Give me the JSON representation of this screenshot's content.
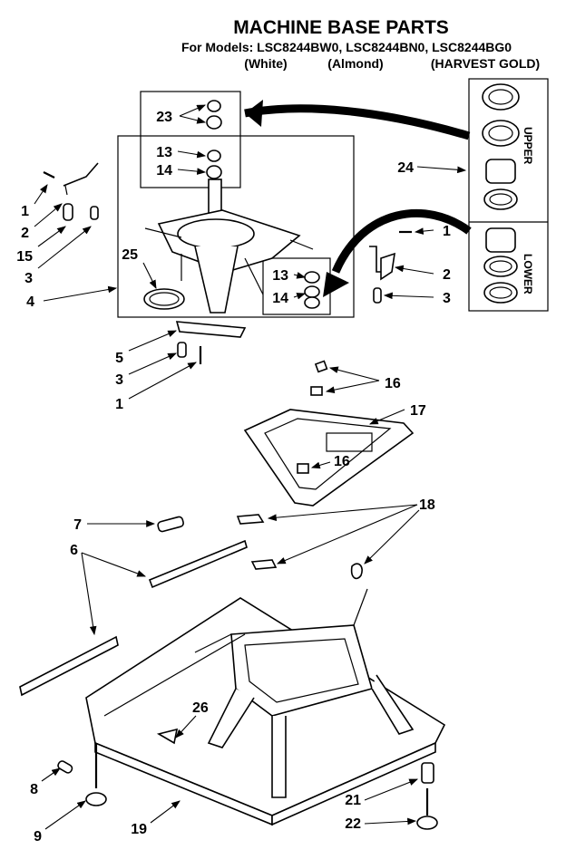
{
  "header": {
    "title": "MACHINE BASE PARTS",
    "models_line": "For Models: LSC8244BW0, LSC8244BN0, LSC8244BG0",
    "color_white": "(White)",
    "color_almond": "(Almond)",
    "color_harvest": "(HARVEST GOLD)"
  },
  "side_panel": {
    "upper_label": "UPPER",
    "lower_label": "LOWER"
  },
  "callouts": {
    "c1a": "1",
    "c2a": "2",
    "c15": "15",
    "c3a": "3",
    "c4": "4",
    "c23": "23",
    "c13a": "13",
    "c14a": "14",
    "c24": "24",
    "c25": "25",
    "c1b": "1",
    "c2b": "2",
    "c3b": "3",
    "c13b": "13",
    "c14b": "14",
    "c5": "5",
    "c3c": "3",
    "c1c": "1",
    "c16a": "16",
    "c17": "17",
    "c16b": "16",
    "c7": "7",
    "c18": "18",
    "c6": "6",
    "c26": "26",
    "c8": "8",
    "c9": "9",
    "c19": "19",
    "c21": "21",
    "c22": "22"
  }
}
